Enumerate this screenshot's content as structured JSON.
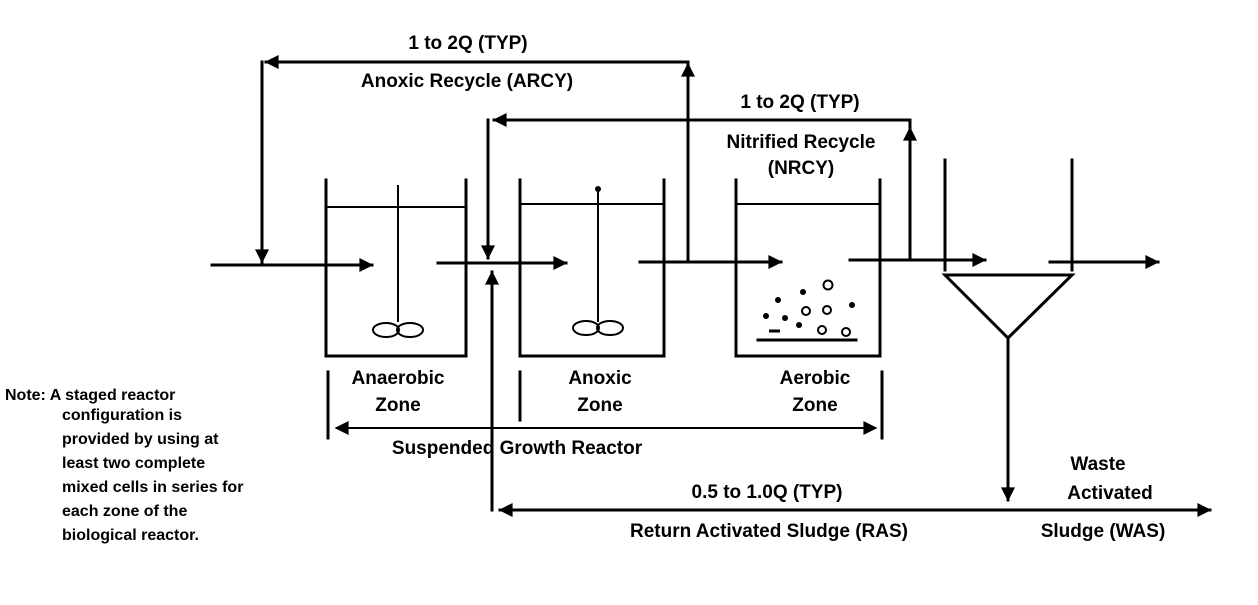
{
  "flow_labels": {
    "arcy_rate": "1 to 2Q (TYP)",
    "arcy_name": "Anoxic Recycle (ARCY)",
    "nrcy_rate": "1 to 2Q (TYP)",
    "nrcy_name_1": "Nitrified Recycle",
    "nrcy_name_2": "(NRCY)",
    "ras_rate": "0.5 to 1.0Q (TYP)",
    "ras_name": "Return Activated Sludge (RAS)",
    "was_line1": "Waste",
    "was_line2": "Activated",
    "was_line3": "Sludge  (WAS)"
  },
  "zones": [
    {
      "line1": "Anaerobic",
      "line2": "Zone"
    },
    {
      "line1": "Anoxic",
      "line2": "Zone"
    },
    {
      "line1": "Aerobic",
      "line2": "Zone"
    }
  ],
  "reactor_label": "Suspended Growth Reactor",
  "note_lines": [
    "Note: A staged reactor",
    "configuration is",
    "provided by using at",
    "least two complete",
    "mixed cells in series for",
    "each zone of the",
    "biological reactor."
  ],
  "colors": {
    "ink": "#000000",
    "background": "#ffffff"
  }
}
